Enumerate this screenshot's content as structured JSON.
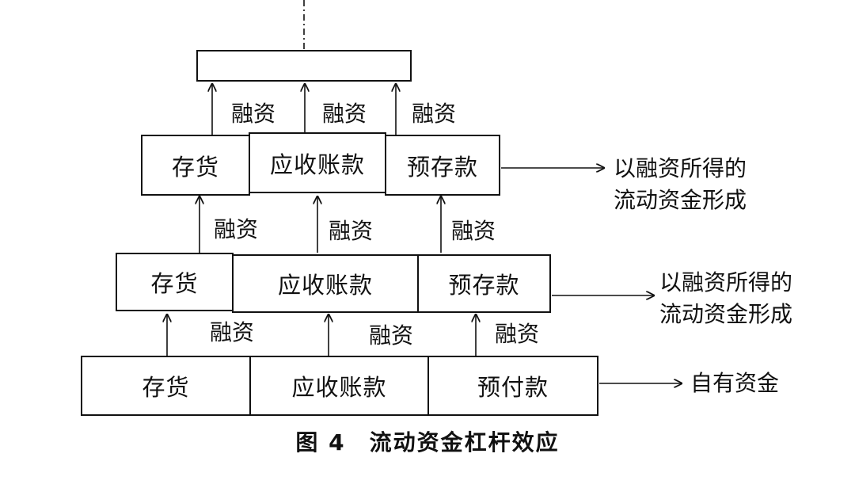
{
  "top_box": "",
  "tier3": {
    "boxes": [
      "存货",
      "应收账款",
      "预存款"
    ],
    "financing": [
      "融资",
      "融资",
      "融资"
    ],
    "result_lines": [
      "以融资所得的",
      "流动资金形成"
    ]
  },
  "tier2": {
    "boxes": [
      "存货",
      "应收账款",
      "预存款"
    ],
    "financing": [
      "融资",
      "融资",
      "融资"
    ],
    "result_lines": [
      "以融资所得的",
      "流动资金形成"
    ]
  },
  "tier1": {
    "boxes": [
      "存货",
      "应收账款",
      "预付款"
    ],
    "financing": [
      "融资",
      "融资",
      "融资"
    ],
    "result_lines": [
      "自有资金"
    ]
  },
  "caption": "图 4　流动资金杠杆效应"
}
